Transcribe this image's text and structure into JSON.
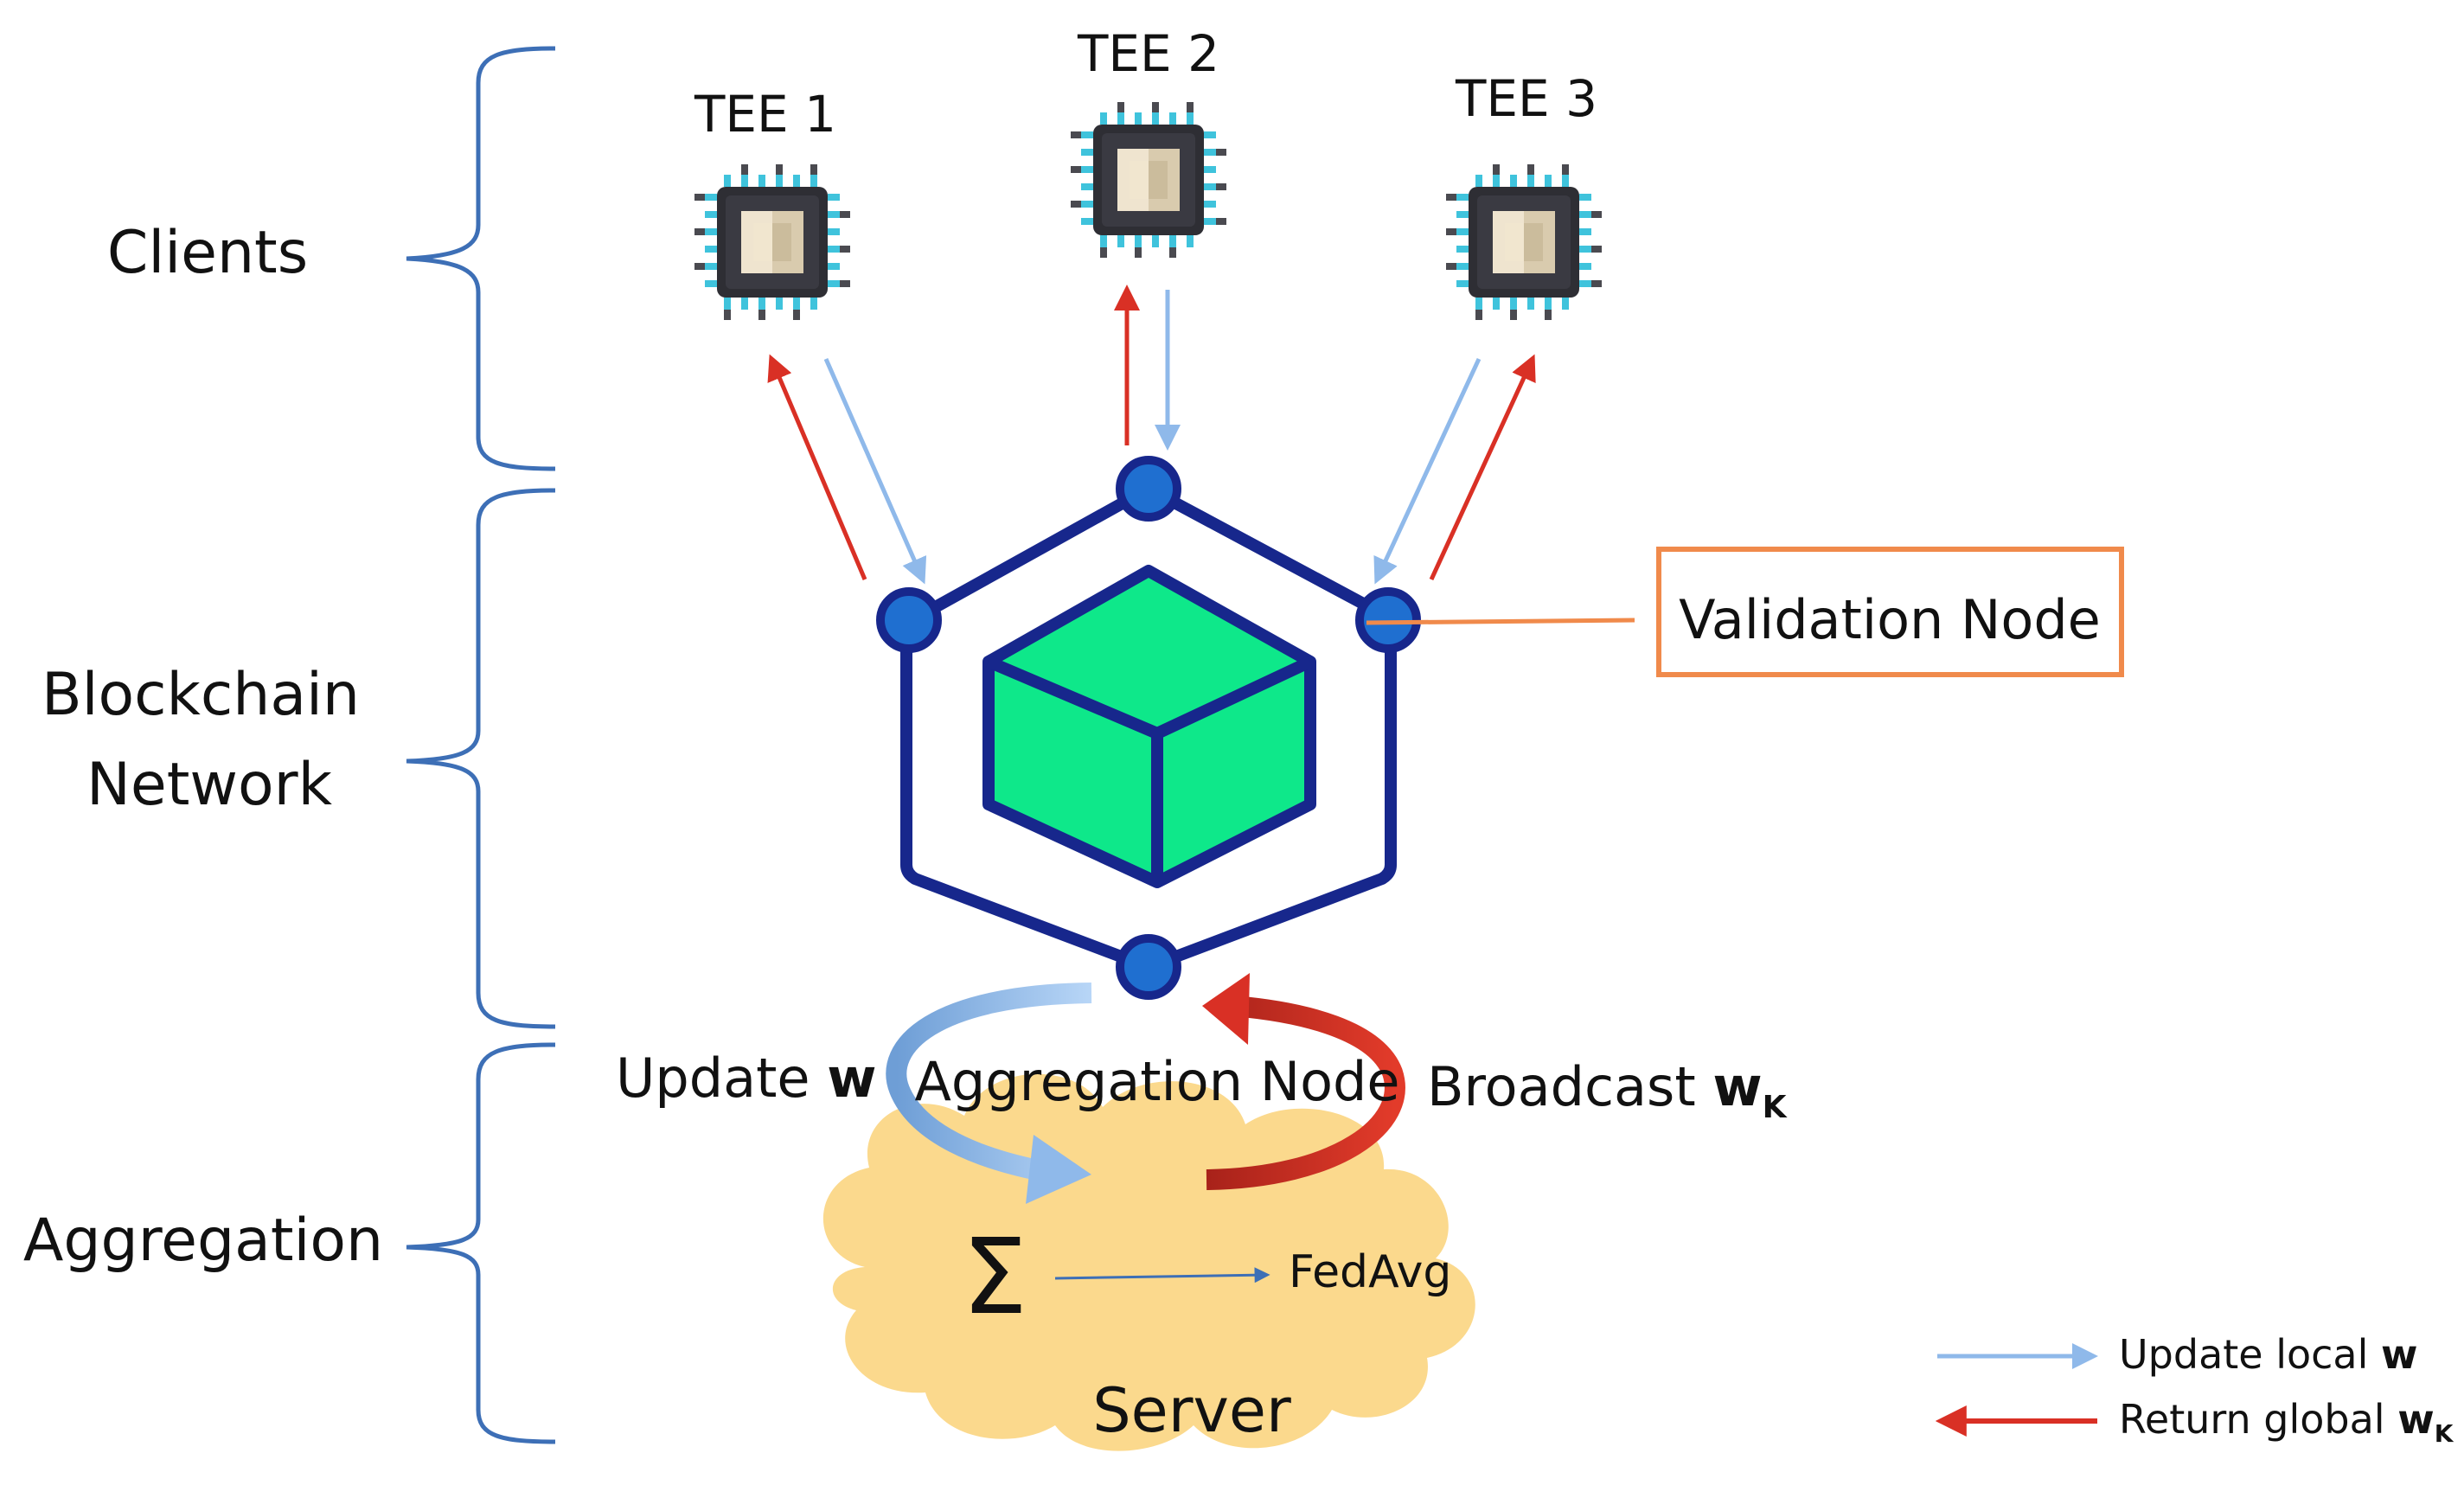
{
  "colors": {
    "bracket": "#3d6fb6",
    "update_arrow": "#8fb9ea",
    "return_arrow": "#d93025",
    "validation_box": "#f08a4b",
    "hex_outline": "#17278c",
    "node_fill": "#1f6fd0",
    "cube_fill": "#0ee88a",
    "cloud_fill": "#fbd98d",
    "chip_body": "#2e2e34",
    "chip_pin": "#3fc3dc"
  },
  "layers": {
    "clients": "Clients",
    "blockchain_line1": "Blockchain",
    "blockchain_line2": "Network",
    "aggregation": "Aggregation"
  },
  "tees": [
    "TEE 1",
    "TEE 2",
    "TEE 3"
  ],
  "validation_node": "Validation Node",
  "aggregation_node": "Aggregation Node",
  "update_w": {
    "text": "Update ",
    "var": "w"
  },
  "broadcast_wk": {
    "text": "Broadcast ",
    "var": "w",
    "sub": "K"
  },
  "server": {
    "symbol": "Σ",
    "fedavg": "FedAvg",
    "label": "Server"
  },
  "legend": {
    "update": {
      "text": "Update local ",
      "var": "w"
    },
    "return": {
      "text": "Return global ",
      "var": "w",
      "sub": "K"
    }
  },
  "icons": [
    "chip-icon",
    "cube-icon",
    "cloud-icon"
  ]
}
